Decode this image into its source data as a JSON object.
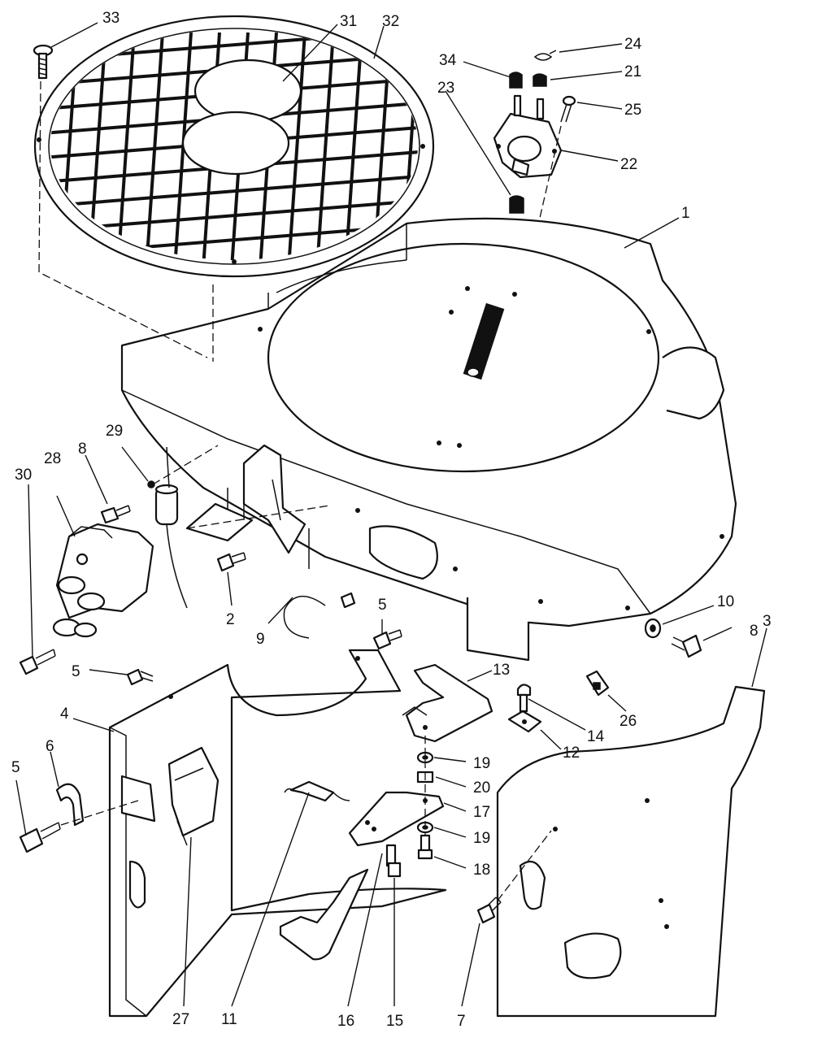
{
  "diagram": {
    "callouts": [
      {
        "id": "33",
        "text": "33"
      },
      {
        "id": "31",
        "text": "31"
      },
      {
        "id": "32",
        "text": "32"
      },
      {
        "id": "34",
        "text": "34"
      },
      {
        "id": "24",
        "text": "24"
      },
      {
        "id": "21",
        "text": "21"
      },
      {
        "id": "23",
        "text": "23"
      },
      {
        "id": "25",
        "text": "25"
      },
      {
        "id": "22",
        "text": "22"
      },
      {
        "id": "1",
        "text": "1"
      },
      {
        "id": "30",
        "text": "30"
      },
      {
        "id": "28",
        "text": "28"
      },
      {
        "id": "8a",
        "text": "8"
      },
      {
        "id": "29",
        "text": "29"
      },
      {
        "id": "2",
        "text": "2"
      },
      {
        "id": "9",
        "text": "9"
      },
      {
        "id": "5a",
        "text": "5"
      },
      {
        "id": "10",
        "text": "10"
      },
      {
        "id": "8b",
        "text": "8"
      },
      {
        "id": "3",
        "text": "3"
      },
      {
        "id": "5b",
        "text": "5"
      },
      {
        "id": "13",
        "text": "13"
      },
      {
        "id": "4",
        "text": "4"
      },
      {
        "id": "26",
        "text": "26"
      },
      {
        "id": "14",
        "text": "14"
      },
      {
        "id": "12",
        "text": "12"
      },
      {
        "id": "6",
        "text": "6"
      },
      {
        "id": "19a",
        "text": "19"
      },
      {
        "id": "5c",
        "text": "5"
      },
      {
        "id": "20",
        "text": "20"
      },
      {
        "id": "17",
        "text": "17"
      },
      {
        "id": "19b",
        "text": "19"
      },
      {
        "id": "18",
        "text": "18"
      },
      {
        "id": "27",
        "text": "27"
      },
      {
        "id": "11",
        "text": "11"
      },
      {
        "id": "16",
        "text": "16"
      },
      {
        "id": "15",
        "text": "15"
      },
      {
        "id": "7",
        "text": "7"
      }
    ]
  }
}
